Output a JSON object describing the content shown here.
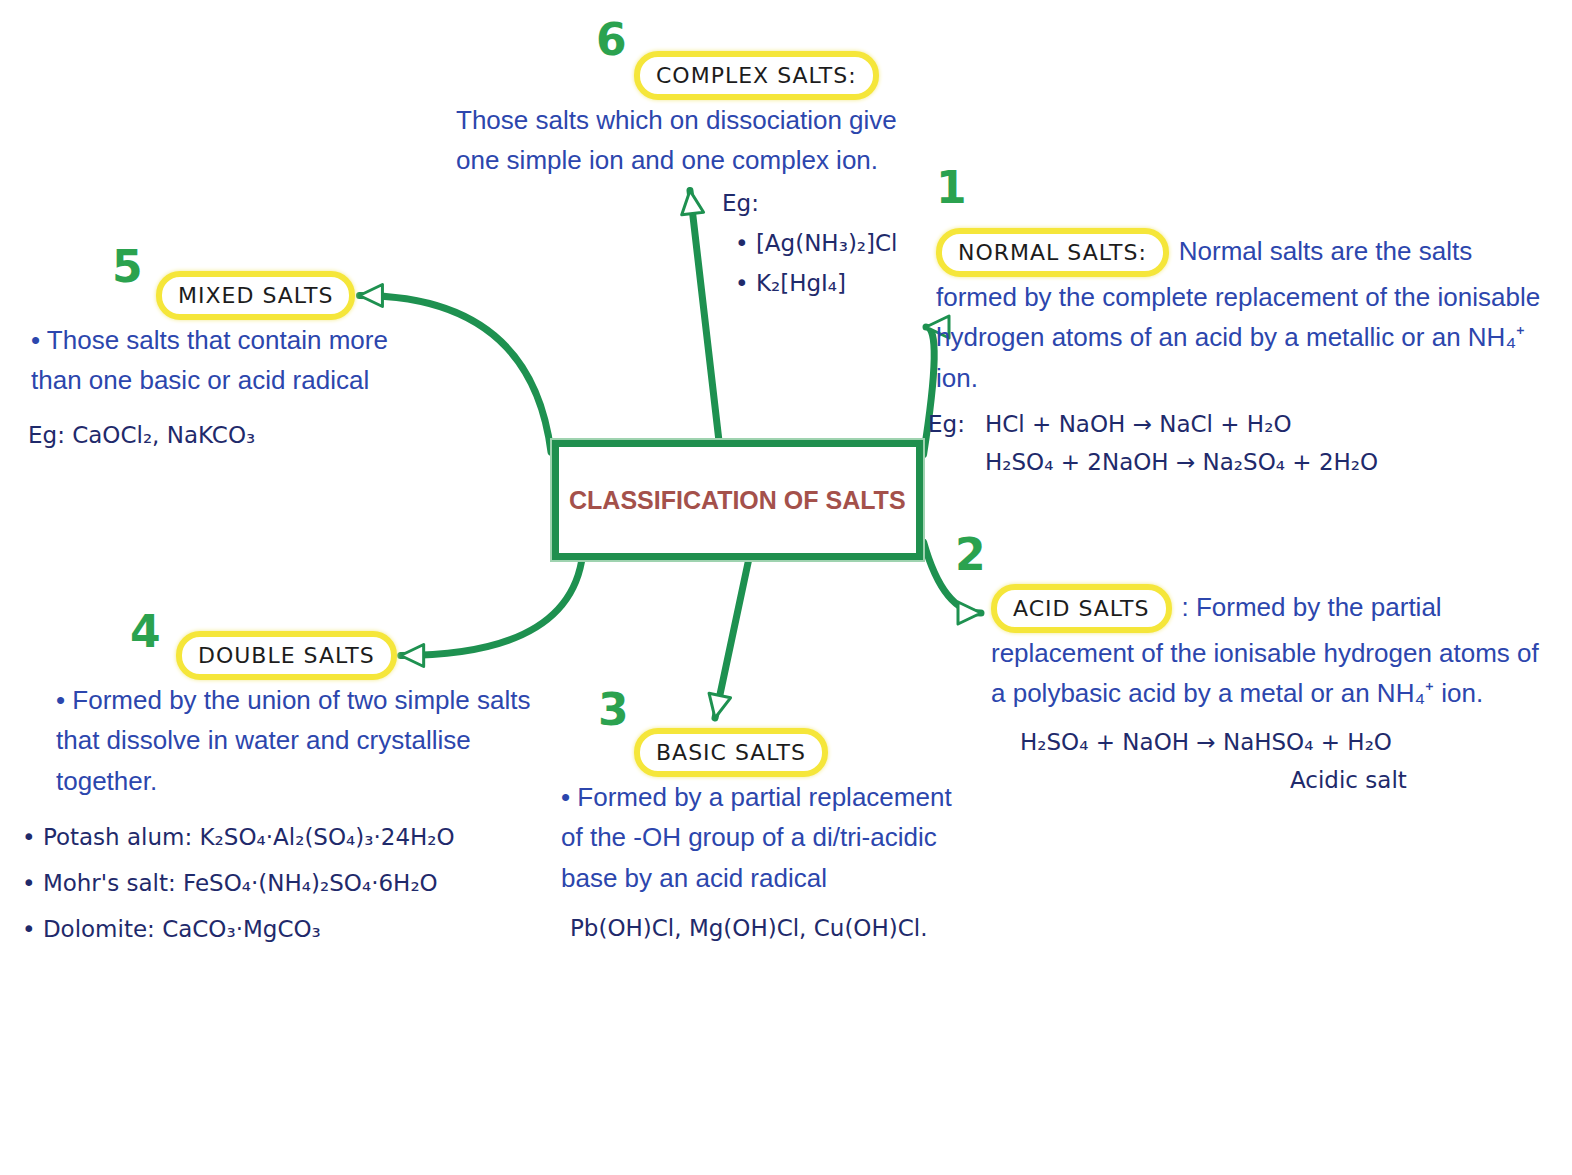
{
  "diagram": {
    "nodes": [
      {
        "text": [
          "CLASSIFICATION OF SALTS"
        ]
      },
      {
        "text": [
          "NORMAL SALTS:",
          "Normal salts are the salts formed by the complete replacement of the ionisable hydrogen atoms of an acid by a metallic or an NH₄⁺ ion."
        ]
      },
      {
        "text": [
          "ACID SALTS",
          ": Formed by the partial replacement of the ionisable hydrogen atoms of a polybasic acid by a metal or an NH₄⁺ ion."
        ]
      },
      {
        "text": [
          "BASIC SALTS",
          "• Formed by a partial replacement of the -OH group of a di/tri-acidic base by an acid radical"
        ]
      },
      {
        "text": [
          "DOUBLE SALTS",
          "• Formed by the union of two simple salts that dissolve in water and crystallise together."
        ]
      },
      {
        "text": [
          "MIXED SALTS",
          "• Those salts that contain more than one basic or acid radical"
        ]
      },
      {
        "text": [
          "COMPLEX SALTS:",
          "Those salts which on dissociation give one simple ion and one complex ion."
        ]
      }
    ],
    "edges": [
      {
        "from": 0,
        "to": 1,
        "arrow": "to"
      },
      {
        "from": 0,
        "to": 2,
        "arrow": "to"
      },
      {
        "from": 0,
        "to": 3,
        "arrow": "to"
      },
      {
        "from": 0,
        "to": 4,
        "arrow": "to"
      },
      {
        "from": 0,
        "to": 5,
        "arrow": "to"
      },
      {
        "from": 0,
        "to": 6,
        "arrow": "to"
      }
    ],
    "labels": [
      "6",
      "Eg:",
      "• [Ag(NH₃)₂]Cl",
      "• K₂[HgI₄]",
      "5",
      "1",
      "Eg: CaOCl₂, NaKCO₃",
      "Eg:",
      "HCl + NaOH → NaCl + H₂O",
      "H₂SO₄ + 2NaOH → Na₂SO₄ + 2H₂O",
      "4",
      "2",
      "H₂SO₄ + NaOH → NaHSO₄ + H₂O",
      "Acidic salt",
      "3",
      "• Potash alum: K₂SO₄·Al₂(SO₄)₃·24H₂O",
      "Pb(OH)Cl, Mg(OH)Cl, Cu(OH)Cl.",
      "• Mohr's salt: FeSO₄·(NH₄)₂SO₄·6H₂O",
      "• Dolomite: CaCO₃·MgCO₃"
    ]
  }
}
